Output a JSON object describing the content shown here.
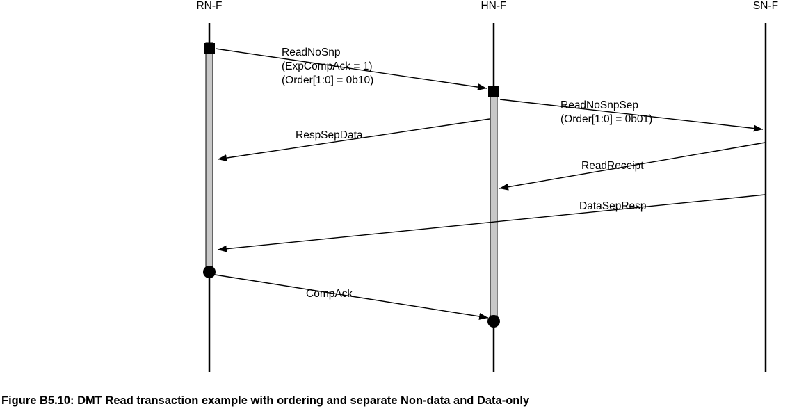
{
  "figure": {
    "caption": "Figure B5.10: DMT Read transaction example with ordering and separate Non-data and Data-only"
  },
  "diagram": {
    "type": "sequence-diagram",
    "lifelines": [
      {
        "name": "RN-F"
      },
      {
        "name": "HN-F"
      },
      {
        "name": "SN-F"
      }
    ],
    "messages": [
      {
        "from": "RN-F",
        "to": "HN-F",
        "label": "ReadNoSnp",
        "params": [
          "(ExpCompAck = 1)",
          "(Order[1:0] = 0b10)"
        ]
      },
      {
        "from": "HN-F",
        "to": "SN-F",
        "label": "ReadNoSnpSep",
        "params": [
          "(Order[1:0] = 0b01)"
        ]
      },
      {
        "from": "HN-F",
        "to": "RN-F",
        "label": "RespSepData",
        "params": []
      },
      {
        "from": "SN-F",
        "to": "HN-F",
        "label": "ReadReceipt",
        "params": []
      },
      {
        "from": "SN-F",
        "to": "RN-F",
        "label": "DataSepResp",
        "params": []
      },
      {
        "from": "RN-F",
        "to": "HN-F",
        "label": "CompAck",
        "params": []
      }
    ],
    "colors": {
      "line": "#000000",
      "activation_fill": "#c8c8c8",
      "background": "#ffffff"
    }
  }
}
